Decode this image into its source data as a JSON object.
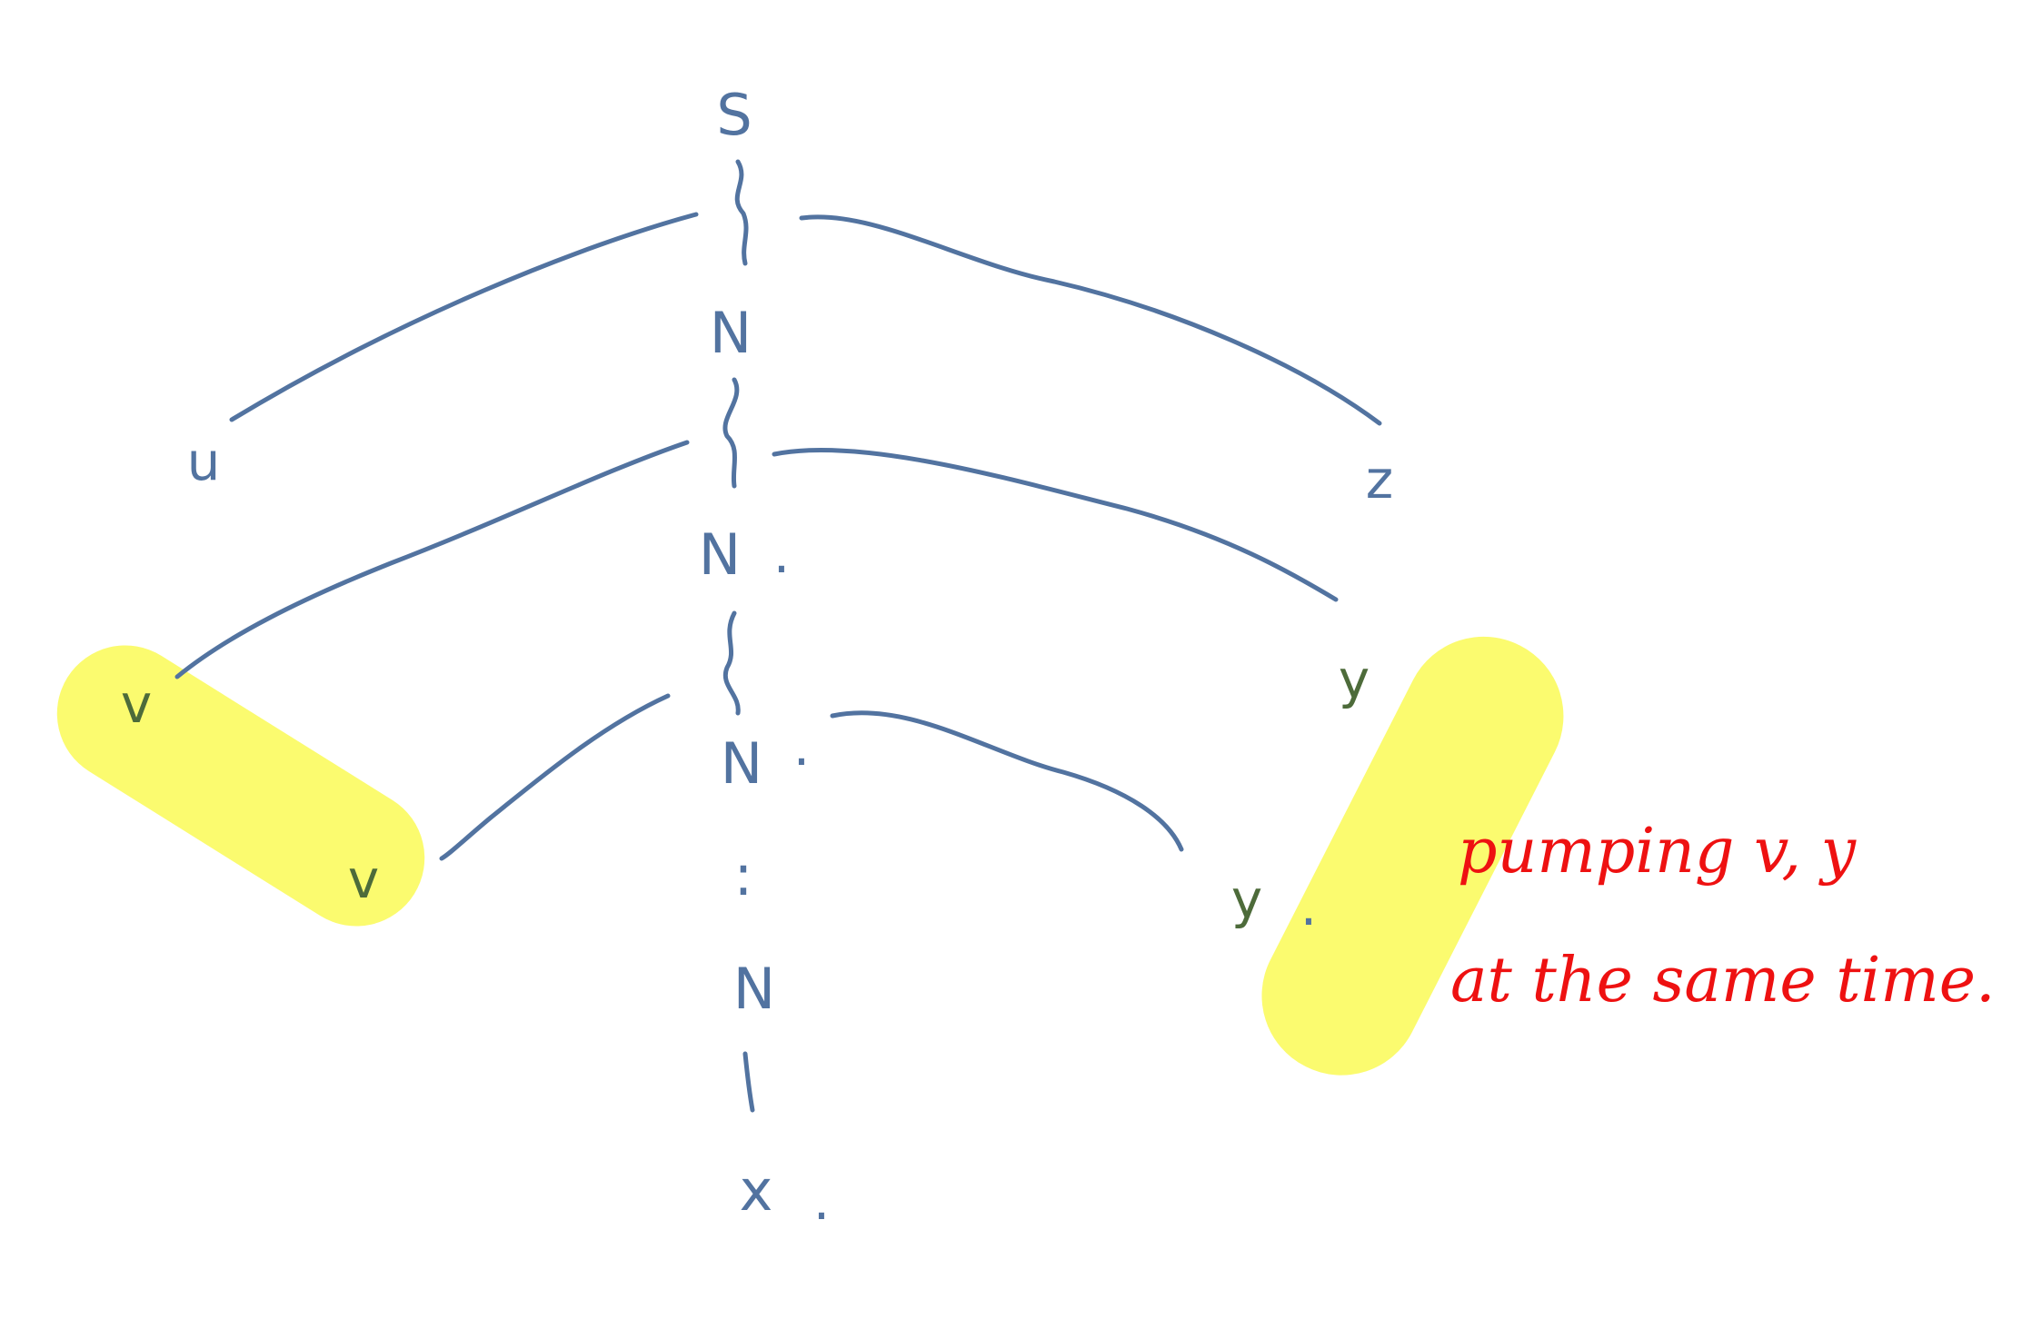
{
  "colors": {
    "ink": "#5273a0",
    "highlight": "#fbfb6f",
    "highlighted_ink": "#4d6b3a",
    "note": "#ee1111",
    "background": "#ffffff"
  },
  "tree": {
    "root": "S",
    "spine_nodes": [
      "N",
      "N",
      "N",
      "N"
    ],
    "dots": ":",
    "terminal": "x",
    "left_leaves": {
      "u": "u",
      "v_upper": "v",
      "v_lower": "v"
    },
    "right_leaves": {
      "z": "z",
      "y_upper": "y",
      "y_lower": "y"
    },
    "period_mark": "."
  },
  "note": {
    "line1": "pumping v, y",
    "line2": "at the same time."
  }
}
